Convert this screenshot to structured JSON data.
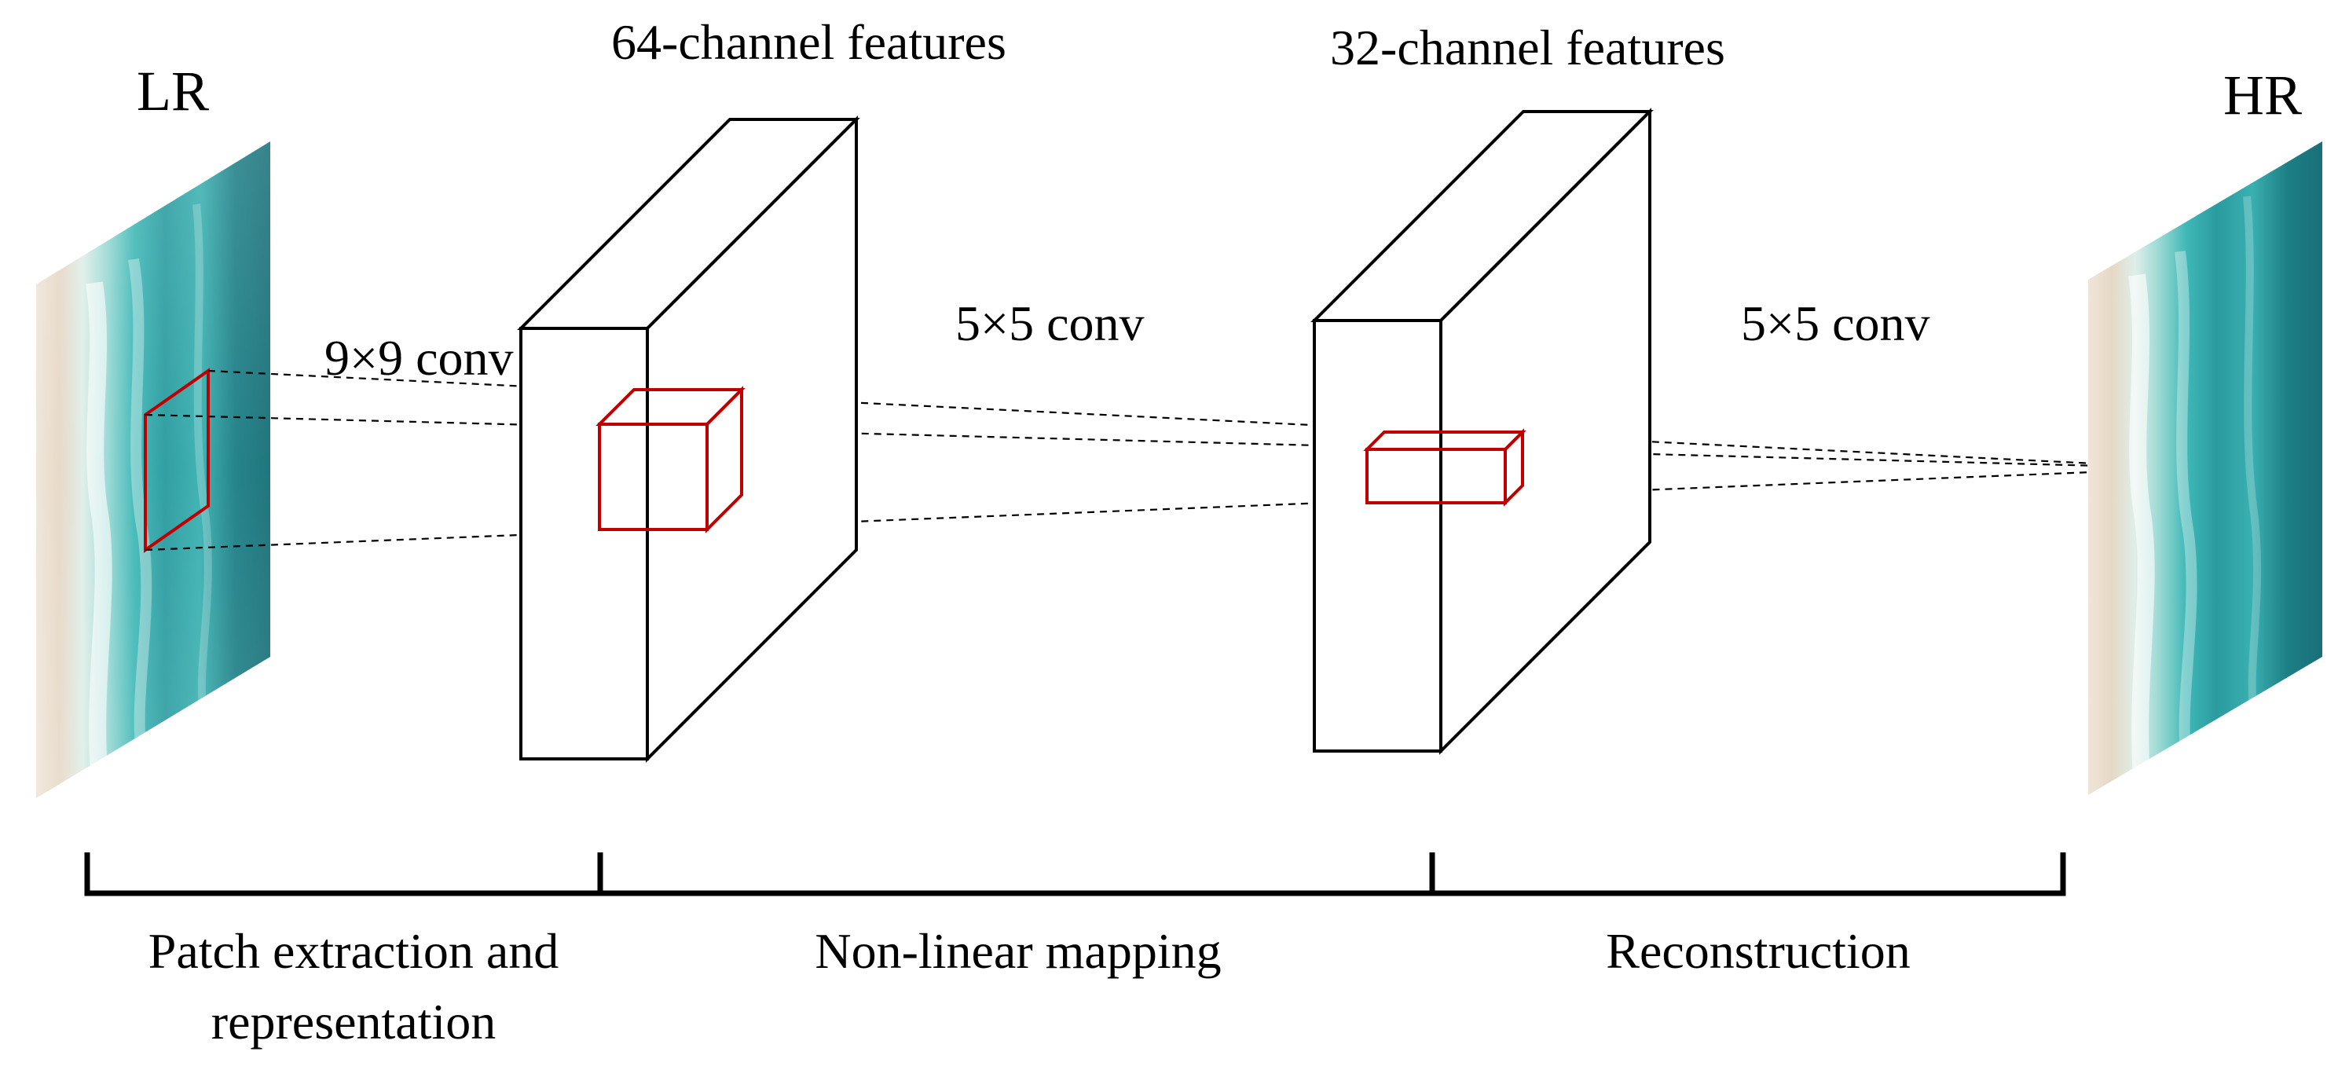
{
  "images": {
    "input_label": "LR",
    "output_label": "HR"
  },
  "feature_maps": {
    "first_label": "64-channel features",
    "second_label": "32-channel features"
  },
  "convolutions": {
    "first": "9×9 conv",
    "second": "5×5 conv",
    "third": "5×5 conv"
  },
  "stages": {
    "patch_extraction_line1": "Patch extraction and",
    "patch_extraction_line2": "representation",
    "non_linear_mapping": "Non-linear mapping",
    "reconstruction": "Reconstruction"
  },
  "colors": {
    "outline": "#000000",
    "patch_highlight": "#c00000",
    "ocean_deep": "#1f7d84",
    "ocean_turquoise": "#52c2bf",
    "surf": "#e8f3f0",
    "sand": "#e8dccb"
  }
}
